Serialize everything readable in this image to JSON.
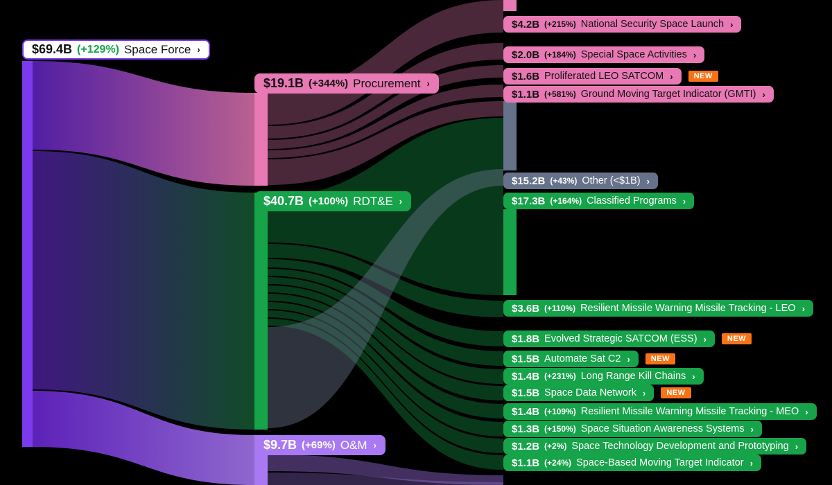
{
  "chart_data": {
    "type": "sankey",
    "root": {
      "name": "Space Force",
      "amount": "$69.4B",
      "change": "(+129%)"
    },
    "groups": [
      {
        "key": "proc",
        "name": "Procurement",
        "amount": "$19.1B",
        "change": "(+344%)"
      },
      {
        "key": "rdte",
        "name": "RDT&E",
        "amount": "$40.7B",
        "change": "(+100%)"
      },
      {
        "key": "om",
        "name": "O&M",
        "amount": "$9.7B",
        "change": "(+69%)"
      }
    ],
    "programs": [
      {
        "group": "proc",
        "name": "National Security Space Launch",
        "amount": "$4.2B",
        "change": "(+215%)",
        "new": ""
      },
      {
        "group": "proc",
        "name": "Special Space Activities",
        "amount": "$2.0B",
        "change": "(+184%)",
        "new": ""
      },
      {
        "group": "proc",
        "name": "Proliferated LEO SATCOM",
        "amount": "$1.6B",
        "change": "",
        "new": "NEW"
      },
      {
        "group": "proc",
        "name": "Ground Moving Target Indicator (GMTI)",
        "amount": "$1.1B",
        "change": "(+581%)",
        "new": ""
      },
      {
        "group": "other",
        "name": "Other (<$1B)",
        "amount": "$15.2B",
        "change": "(+43%)",
        "new": ""
      },
      {
        "group": "rdte",
        "name": "Classified Programs",
        "amount": "$17.3B",
        "change": "(+164%)",
        "new": ""
      },
      {
        "group": "rdte",
        "name": "Resilient Missile Warning Missile Tracking - LEO",
        "amount": "$3.6B",
        "change": "(+110%)",
        "new": ""
      },
      {
        "group": "rdte",
        "name": "Evolved Strategic SATCOM (ESS)",
        "amount": "$1.8B",
        "change": "",
        "new": "NEW"
      },
      {
        "group": "rdte",
        "name": "Automate Sat C2",
        "amount": "$1.5B",
        "change": "",
        "new": "NEW"
      },
      {
        "group": "rdte",
        "name": "Long Range Kill Chains",
        "amount": "$1.4B",
        "change": "(+231%)",
        "new": ""
      },
      {
        "group": "rdte",
        "name": "Space Data Network",
        "amount": "$1.5B",
        "change": "",
        "new": "NEW"
      },
      {
        "group": "rdte",
        "name": "Resilient Missile Warning Missile Tracking - MEO",
        "amount": "$1.4B",
        "change": "(+109%)",
        "new": ""
      },
      {
        "group": "rdte",
        "name": "Space Situation Awareness Systems",
        "amount": "$1.3B",
        "change": "(+150%)",
        "new": ""
      },
      {
        "group": "rdte",
        "name": "Space Technology Development and Prototyping",
        "amount": "$1.2B",
        "change": "(+2%)",
        "new": ""
      },
      {
        "group": "rdte",
        "name": "Space-Based Moving Target Indicator",
        "amount": "$1.1B",
        "change": "(+24%)",
        "new": ""
      }
    ],
    "colors": {
      "root": "#7c3aed",
      "proc": "#e879b4",
      "rdte": "#16a34a",
      "other": "#66728a",
      "om": "#a879f2",
      "new": "#f97316"
    }
  }
}
